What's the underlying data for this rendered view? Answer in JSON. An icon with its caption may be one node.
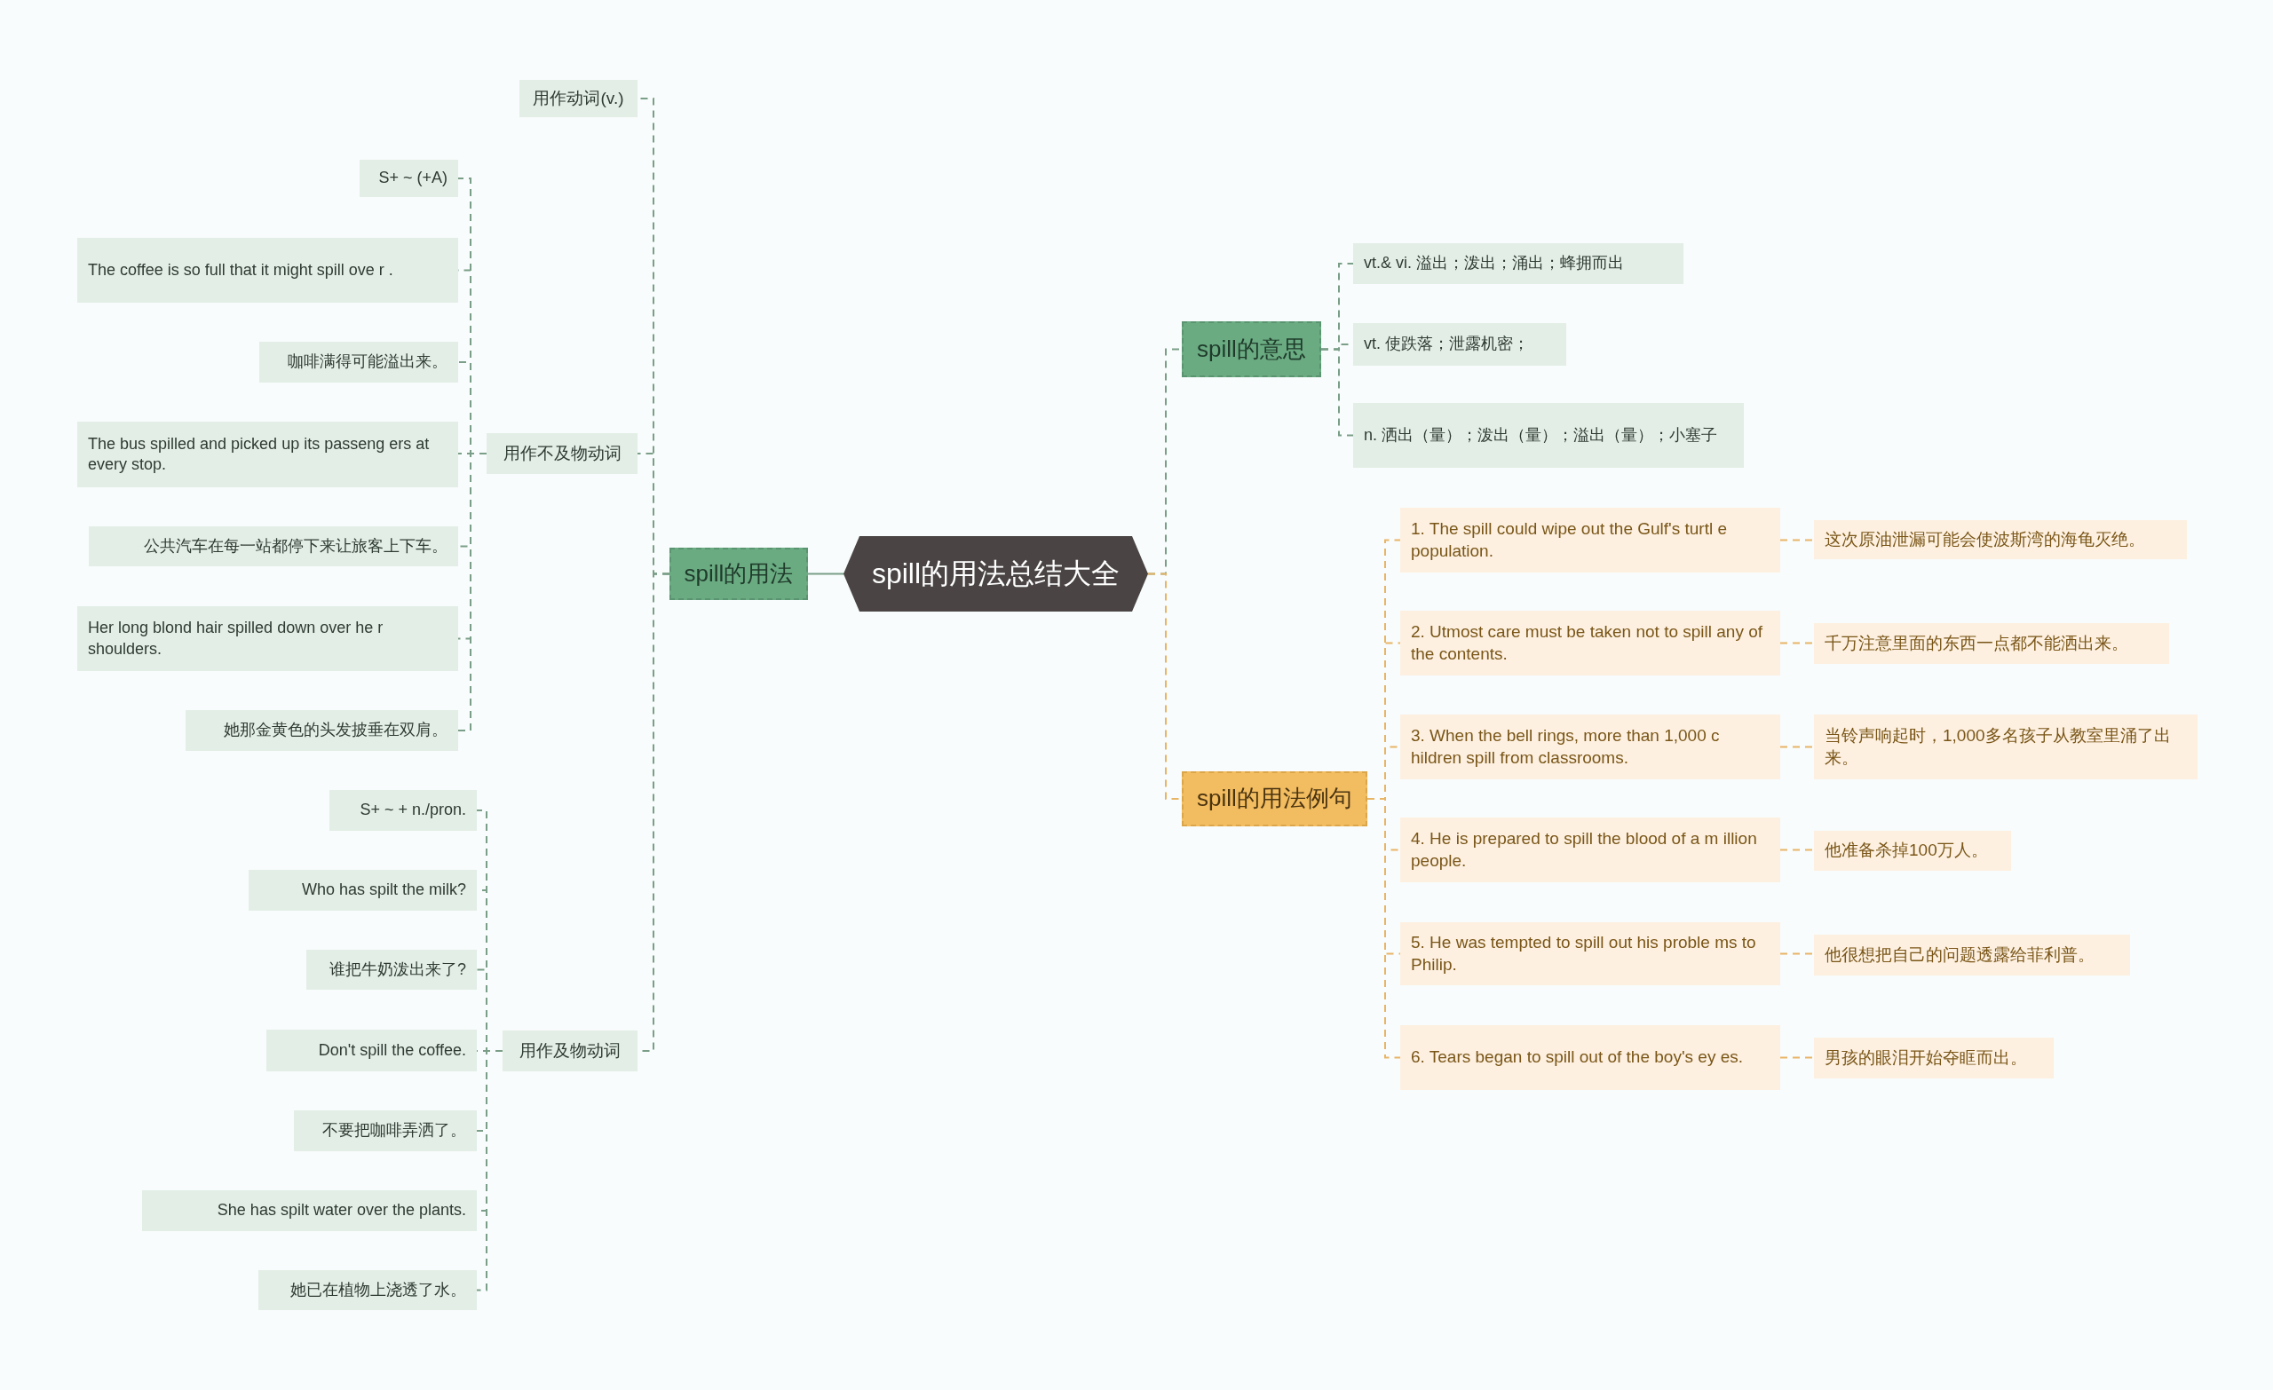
{
  "diagram": {
    "nodes": [
      {
        "text": [
          "spill的用法总结大全"
        ]
      },
      {
        "text": [
          "spill的用法"
        ]
      },
      {
        "text": [
          "用作动词(v.)"
        ]
      },
      {
        "text": [
          "用作不及物动词"
        ]
      },
      {
        "text": [
          "S+ ~ (+A)"
        ]
      },
      {
        "text": [
          "The coffee is so full that it might spill ove r ."
        ]
      },
      {
        "text": [
          "咖啡满得可能溢出来。"
        ]
      },
      {
        "text": [
          "The bus spilled and picked up its passeng ers at every stop."
        ]
      },
      {
        "text": [
          "公共汽车在每一站都停下来让旅客上下车。"
        ]
      },
      {
        "text": [
          "Her long blond hair spilled down over he r shoulders."
        ]
      },
      {
        "text": [
          "她那金黄色的头发披垂在双肩。"
        ]
      },
      {
        "text": [
          "用作及物动词"
        ]
      },
      {
        "text": [
          "S+ ~ + n./pron."
        ]
      },
      {
        "text": [
          "Who has spilt the milk?"
        ]
      },
      {
        "text": [
          "谁把牛奶泼出来了?"
        ]
      },
      {
        "text": [
          "Don't spill the coffee."
        ]
      },
      {
        "text": [
          "不要把咖啡弄洒了。"
        ]
      },
      {
        "text": [
          "She has spilt water over the plants."
        ]
      },
      {
        "text": [
          "她已在植物上浇透了水。"
        ]
      },
      {
        "text": [
          "spill的意思"
        ]
      },
      {
        "text": [
          "vt.& vi. 溢出；泼出；涌出；蜂拥而出"
        ]
      },
      {
        "text": [
          "vt. 使跌落；泄露机密；"
        ]
      },
      {
        "text": [
          "n. 洒出（量）；泼出（量）；溢出（量）；小塞子"
        ]
      },
      {
        "text": [
          "spill的用法例句"
        ]
      },
      {
        "text": [
          "1. The spill could wipe out the Gulf's turtl e population."
        ]
      },
      {
        "text": [
          "这次原油泄漏可能会使波斯湾的海龟灭绝。"
        ]
      },
      {
        "text": [
          "2. Utmost care must be taken not to spill any of the contents."
        ]
      },
      {
        "text": [
          "千万注意里面的东西一点都不能洒出来。"
        ]
      },
      {
        "text": [
          "3. When the bell rings, more than 1,000 c hildren spill from classrooms."
        ]
      },
      {
        "text": [
          "当铃声响起时，1,000多名孩子从教室里涌了出来。"
        ]
      },
      {
        "text": [
          "4. He is prepared to spill the blood of a m illion people."
        ]
      },
      {
        "text": [
          "他准备杀掉100万人。"
        ]
      },
      {
        "text": [
          "5. He was tempted to spill out his proble ms to Philip."
        ]
      },
      {
        "text": [
          "他很想把自己的问题透露给菲利普。"
        ]
      },
      {
        "text": [
          "6. Tears began to spill out of the boy's ey es."
        ]
      },
      {
        "text": [
          "男孩的眼泪开始夺眶而出。"
        ]
      }
    ],
    "edges": [
      {
        "from": 0,
        "to": 1,
        "arrow": "none"
      },
      {
        "from": 1,
        "to": 2,
        "arrow": "none",
        "style": "dashed"
      },
      {
        "from": 1,
        "to": 3,
        "arrow": "none",
        "style": "dashed"
      },
      {
        "from": 1,
        "to": 11,
        "arrow": "none",
        "style": "dashed"
      },
      {
        "from": 3,
        "to": 4,
        "arrow": "none",
        "style": "dashed"
      },
      {
        "from": 3,
        "to": 5,
        "arrow": "none",
        "style": "dashed"
      },
      {
        "from": 3,
        "to": 6,
        "arrow": "none",
        "style": "dashed"
      },
      {
        "from": 3,
        "to": 7,
        "arrow": "none",
        "style": "dashed"
      },
      {
        "from": 3,
        "to": 8,
        "arrow": "none",
        "style": "dashed"
      },
      {
        "from": 3,
        "to": 9,
        "arrow": "none",
        "style": "dashed"
      },
      {
        "from": 3,
        "to": 10,
        "arrow": "none",
        "style": "dashed"
      },
      {
        "from": 11,
        "to": 12,
        "arrow": "none",
        "style": "dashed"
      },
      {
        "from": 11,
        "to": 13,
        "arrow": "none",
        "style": "dashed"
      },
      {
        "from": 11,
        "to": 14,
        "arrow": "none",
        "style": "dashed"
      },
      {
        "from": 11,
        "to": 15,
        "arrow": "none",
        "style": "dashed"
      },
      {
        "from": 11,
        "to": 16,
        "arrow": "none",
        "style": "dashed"
      },
      {
        "from": 11,
        "to": 17,
        "arrow": "none",
        "style": "dashed"
      },
      {
        "from": 11,
        "to": 18,
        "arrow": "none",
        "style": "dashed"
      },
      {
        "from": 0,
        "to": 19,
        "arrow": "none",
        "style": "dashed"
      },
      {
        "from": 19,
        "to": 20,
        "arrow": "none",
        "style": "dashed"
      },
      {
        "from": 19,
        "to": 21,
        "arrow": "none",
        "style": "dashed"
      },
      {
        "from": 19,
        "to": 22,
        "arrow": "none",
        "style": "dashed"
      },
      {
        "from": 0,
        "to": 23,
        "arrow": "none",
        "style": "dashed",
        "color": "#e8b466"
      },
      {
        "from": 23,
        "to": 24,
        "arrow": "none",
        "style": "dashed",
        "color": "#e8b466"
      },
      {
        "from": 23,
        "to": 26,
        "arrow": "none",
        "style": "dashed",
        "color": "#e8b466"
      },
      {
        "from": 23,
        "to": 28,
        "arrow": "none",
        "style": "dashed",
        "color": "#e8b466"
      },
      {
        "from": 23,
        "to": 30,
        "arrow": "none",
        "style": "dashed",
        "color": "#e8b466"
      },
      {
        "from": 23,
        "to": 32,
        "arrow": "none",
        "style": "dashed",
        "color": "#e8b466"
      },
      {
        "from": 23,
        "to": 34,
        "arrow": "none",
        "style": "dashed",
        "color": "#e8b466"
      },
      {
        "from": 24,
        "to": 25,
        "arrow": "none",
        "style": "dashed",
        "color": "#e8b466"
      },
      {
        "from": 26,
        "to": 27,
        "arrow": "none",
        "style": "dashed",
        "color": "#e8b466"
      },
      {
        "from": 28,
        "to": 29,
        "arrow": "none",
        "style": "dashed",
        "color": "#e8b466"
      },
      {
        "from": 30,
        "to": 31,
        "arrow": "none",
        "style": "dashed",
        "color": "#e8b466"
      },
      {
        "from": 32,
        "to": 33,
        "arrow": "none",
        "style": "dashed",
        "color": "#e8b466"
      },
      {
        "from": 34,
        "to": 35,
        "arrow": "none",
        "style": "dashed",
        "color": "#e8b466"
      }
    ]
  }
}
